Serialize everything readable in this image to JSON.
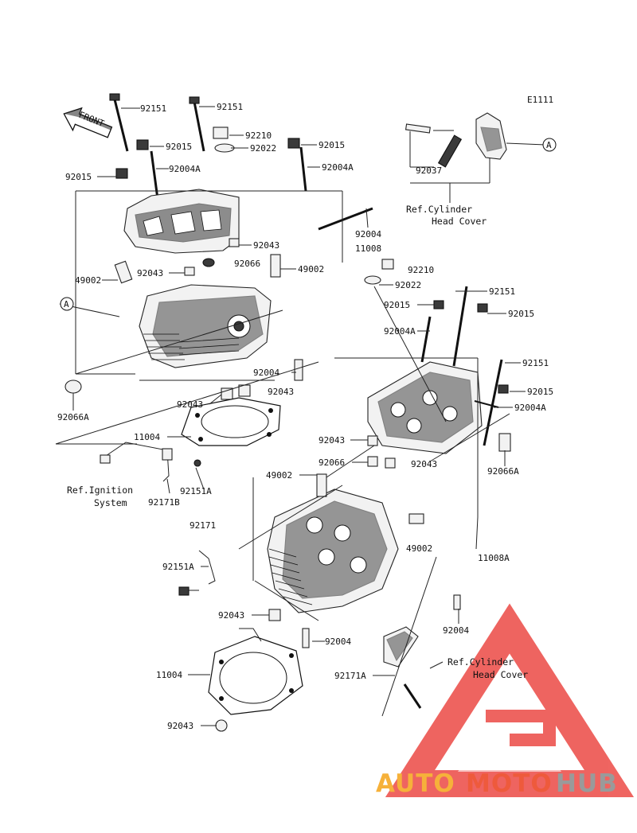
{
  "diagram_code": "E1111",
  "front_label": "FRONT",
  "callout_A": "A",
  "parts": {
    "p92151_a": "92151",
    "p92151_b": "92151",
    "p92210_a": "92210",
    "p92015_a": "92015",
    "p92022_a": "92022",
    "p92015_b": "92015",
    "p92004A_a": "92004A",
    "p92004A_b": "92004A",
    "p92015_c": "92015",
    "p92037": "92037",
    "p92004_a": "92004",
    "p92043_a": "92043",
    "p11008": "11008",
    "p92066": "92066",
    "p49002_a": "49002",
    "p49002_b": "49002",
    "p92043_b": "92043",
    "p92210_b": "92210",
    "p92022_b": "92022",
    "p92151_c": "92151",
    "p92015_d": "92015",
    "p92015_e": "92015",
    "p92004A_c": "92004A",
    "p92004_b": "92004",
    "p92043_c": "92043",
    "p92151_d": "92151",
    "p92043_d": "92043",
    "p92015_f": "92015",
    "p92004A_d": "92004A",
    "p92066A_a": "92066A",
    "p11004_a": "11004",
    "p92043_e": "92043",
    "p92066_b": "92066",
    "p92043_f": "92043",
    "p92151A_a": "92151A",
    "p92171B": "92171B",
    "p49002_c": "49002",
    "p92066A_b": "92066A",
    "p92171": "92171",
    "p49002_d": "49002",
    "p11008A": "11008A",
    "p92151A_b": "92151A",
    "p92043_g": "92043",
    "p92004_c": "92004",
    "p92004_d": "92004",
    "p11004_b": "11004",
    "p92171A": "92171A",
    "p92043_h": "92043"
  },
  "refs": {
    "cyl_head_cover_top_1": "Ref.Cylinder",
    "cyl_head_cover_top_2": "Head Cover",
    "ignition_1": "Ref.Ignition",
    "ignition_2": "System",
    "cyl_head_cover_bot_1": "Ref.Cylinder",
    "cyl_head_cover_bot_2": "Head Cover"
  },
  "watermark": {
    "auto": "AUTO",
    "moto": "MOTO",
    "hub": "HUB",
    "colors": {
      "auto": "#f6b13a",
      "moto": "#ee5a3c",
      "hub": "#9a9a9a",
      "triangle": "#ec4a45"
    }
  }
}
